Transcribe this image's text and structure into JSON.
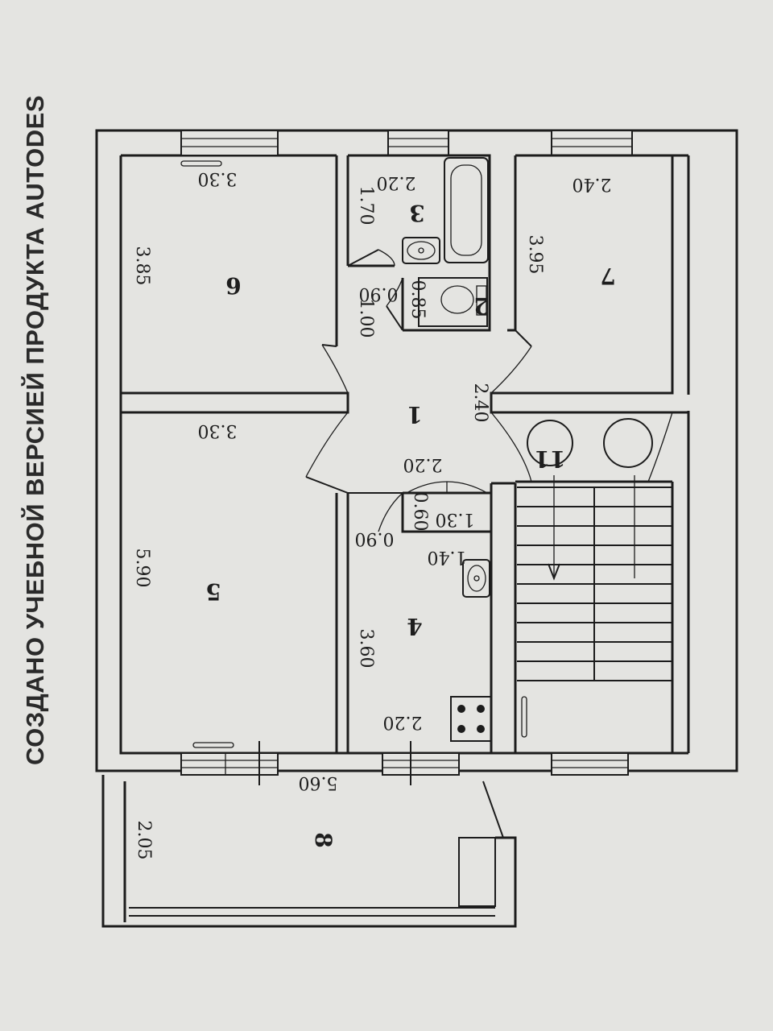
{
  "watermark": "СОЗДАНО УЧЕБНОЙ ВЕРСИЕЙ ПРОДУКТА AUTODES",
  "rooms": [
    {
      "id": "1",
      "label": "1"
    },
    {
      "id": "2",
      "label": "2"
    },
    {
      "id": "3",
      "label": "3"
    },
    {
      "id": "4",
      "label": "4"
    },
    {
      "id": "5",
      "label": "5"
    },
    {
      "id": "6",
      "label": "6"
    },
    {
      "id": "7",
      "label": "7"
    },
    {
      "id": "8",
      "label": "8"
    },
    {
      "id": "11",
      "label": "11"
    }
  ],
  "dimensions": {
    "room6_width": "3.30",
    "room6_length": "3.85",
    "room5_width": "3.30",
    "room5_length": "5.90",
    "room3_width": "2.20",
    "room3_length": "1.70",
    "room2_width": "0.85",
    "room2_length": "0.90",
    "hall_door_width": "1.00",
    "room7_width": "2.40",
    "room7_length": "3.95",
    "hall_width": "2.40",
    "hall_length": "2.20",
    "closet_length": "1.30",
    "closet_width": "0.60",
    "corridor_width": "0.90",
    "corridor_length": "1.40",
    "room4_length": "3.60",
    "room4_width": "2.20",
    "balcony_length": "5.60",
    "balcony_width": "2.05"
  }
}
